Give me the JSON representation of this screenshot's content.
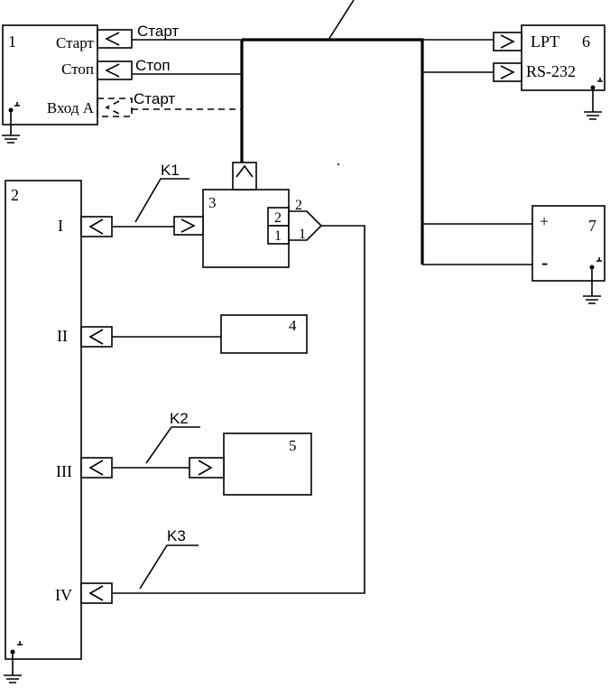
{
  "blocks": {
    "b1": {
      "num": "1",
      "ports": [
        "Старт",
        "Стоп",
        "Вход А"
      ]
    },
    "b2": {
      "num": "2",
      "ports": [
        "I",
        "II",
        "III",
        "IV"
      ]
    },
    "b3": {
      "num": "3",
      "pins": [
        "2",
        "1"
      ],
      "out_top": "2",
      "out_bottom": "1"
    },
    "b4": {
      "num": "4"
    },
    "b5": {
      "num": "5"
    },
    "b6": {
      "num": "6",
      "ports": [
        "LPT",
        "RS-232"
      ]
    },
    "b7": {
      "num": "7",
      "plus": "+",
      "minus": "-"
    }
  },
  "signals": {
    "start": "Старт",
    "stop": "Стоп",
    "start_dashed": "Старт"
  },
  "cables": [
    "K1",
    "K2",
    "K3"
  ],
  "colors": {
    "ink": "#000000",
    "paper": "#ffffff"
  }
}
